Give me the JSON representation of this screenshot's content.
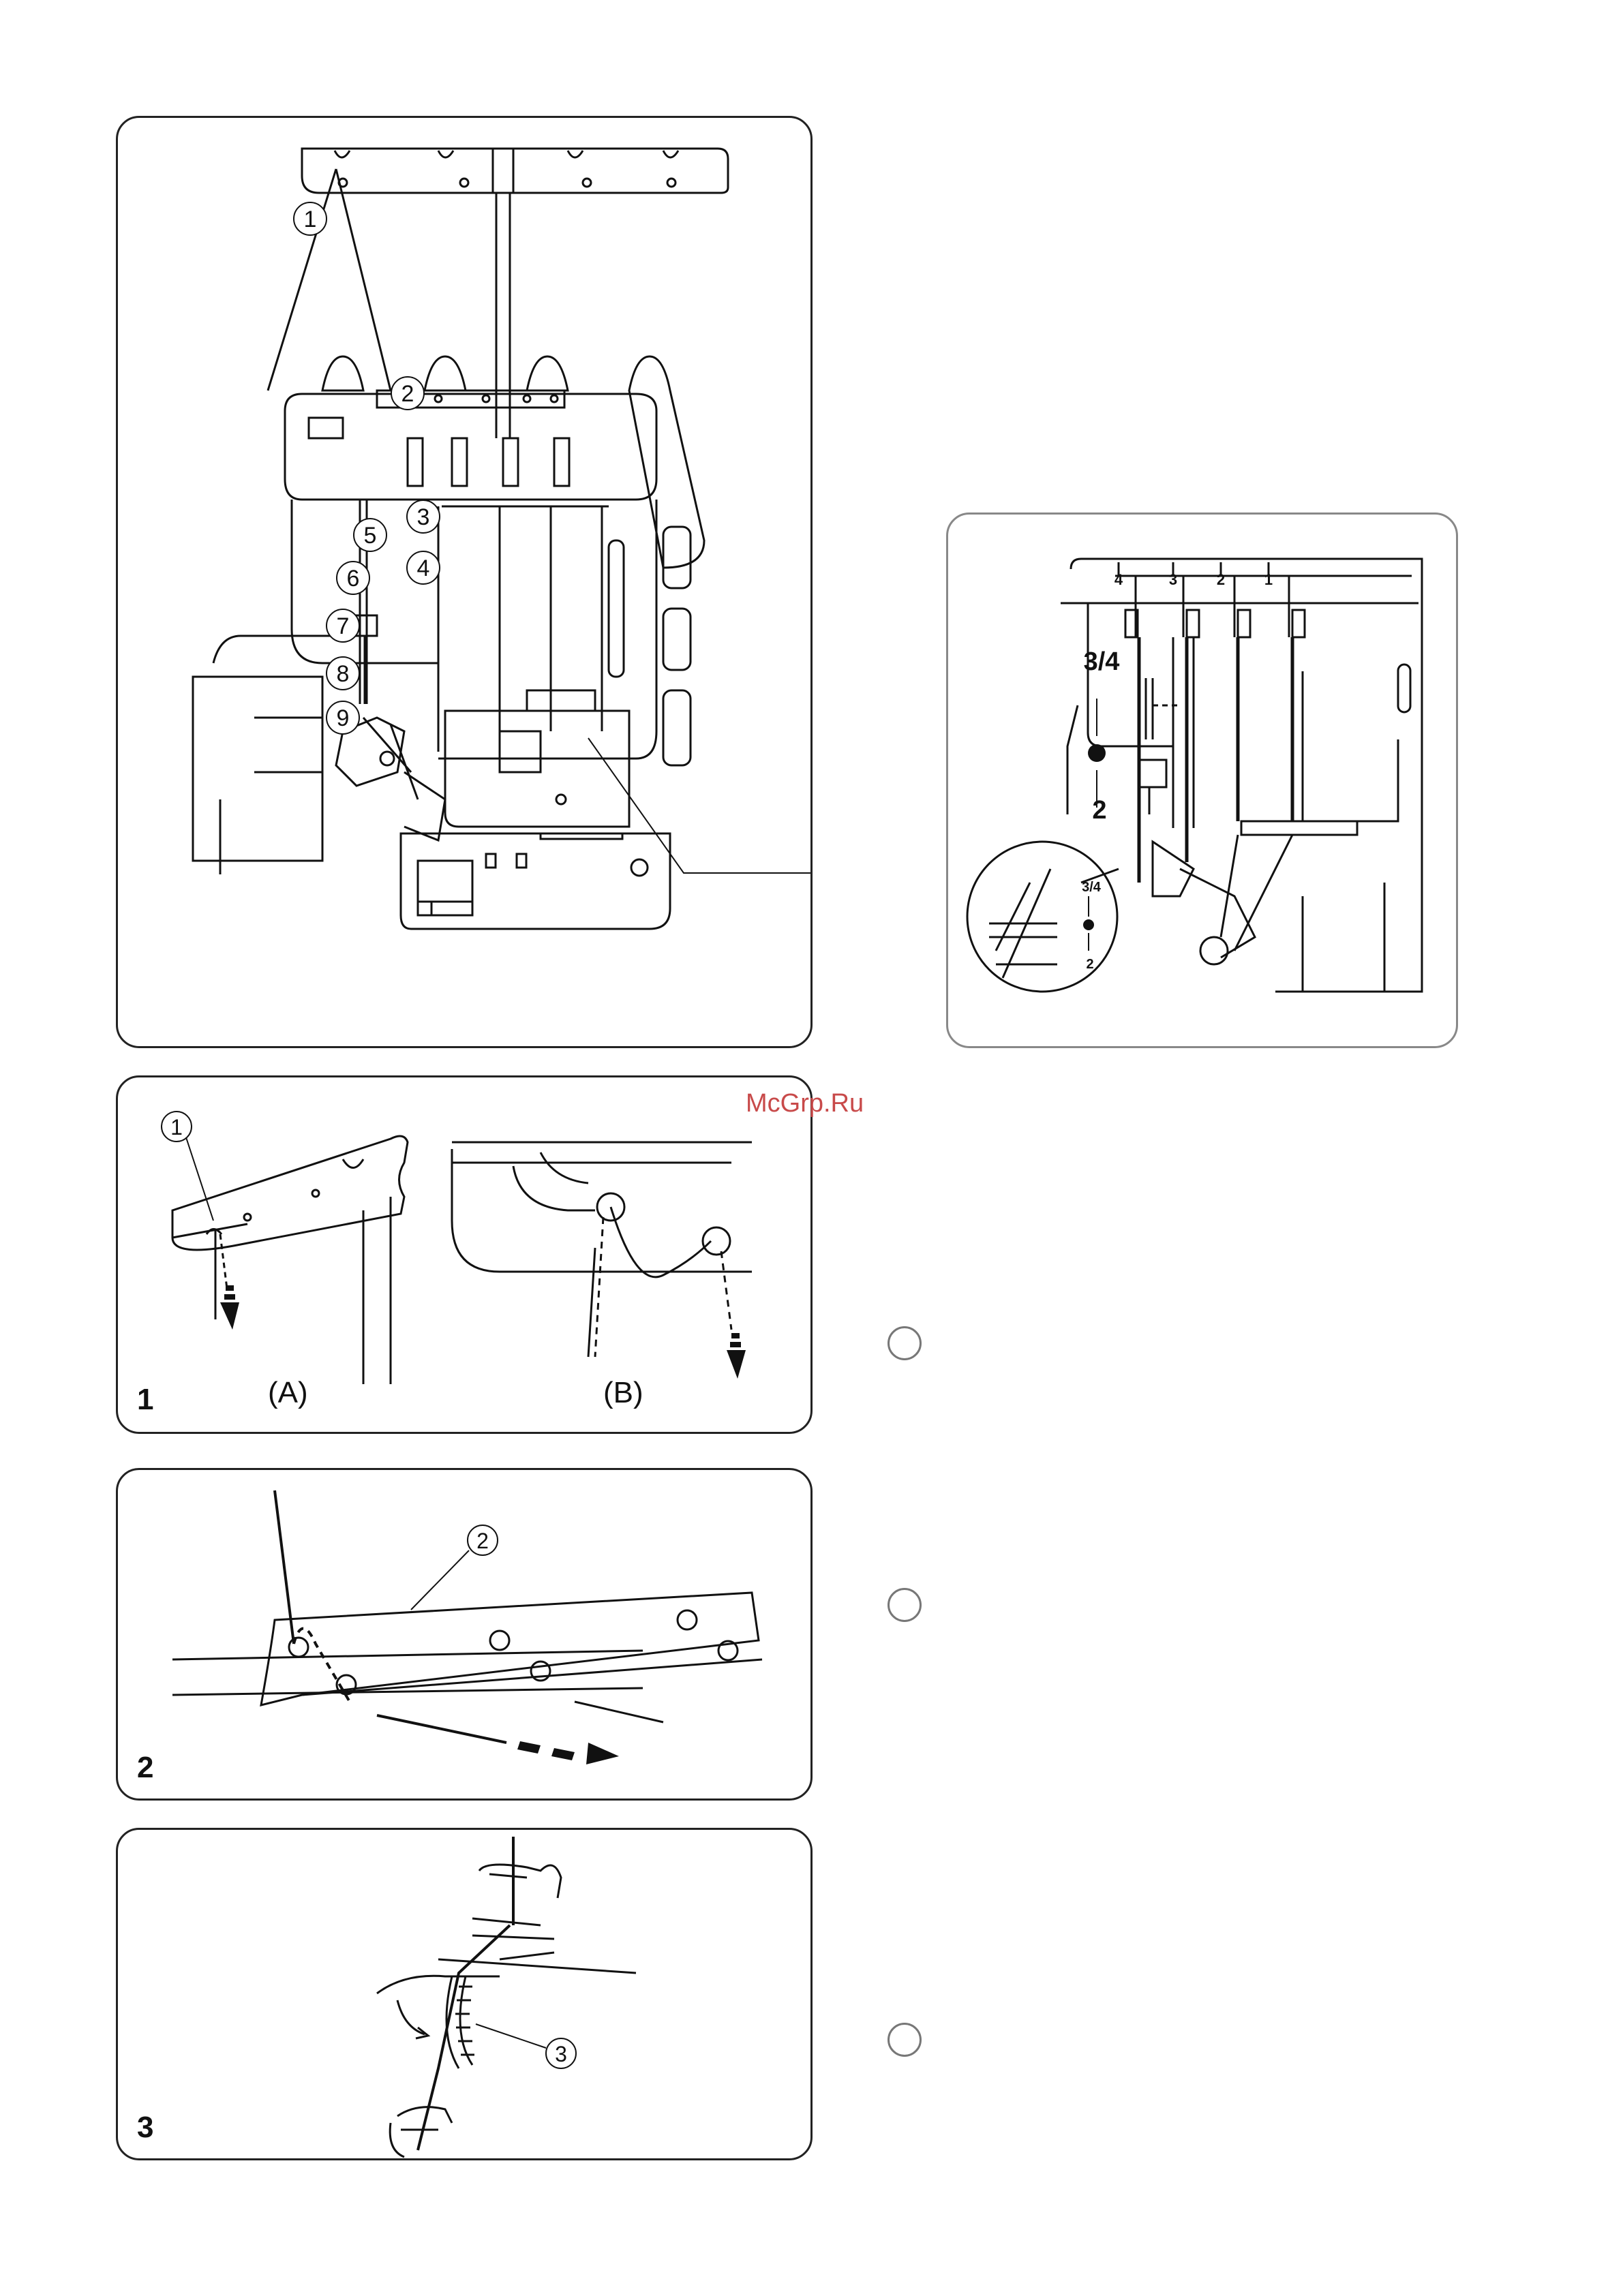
{
  "page": {
    "watermark": "McGrp.Ru"
  },
  "main_figure": {
    "callouts": [
      "1",
      "2",
      "3",
      "4",
      "5",
      "6",
      "7",
      "8",
      "9"
    ]
  },
  "inset": {
    "needle_labels": [
      "4",
      "3",
      "2",
      "1"
    ],
    "route_upper": "3/4",
    "route_lower": "2",
    "detail_upper": "3/4",
    "detail_lower": "2"
  },
  "step1": {
    "number": "1",
    "callout": "1",
    "label_a": "(A)",
    "label_b": "(B)"
  },
  "step2": {
    "number": "2",
    "callout": "2"
  },
  "step3": {
    "number": "3",
    "callout": "3"
  },
  "side_markers": [
    "",
    "",
    ""
  ]
}
